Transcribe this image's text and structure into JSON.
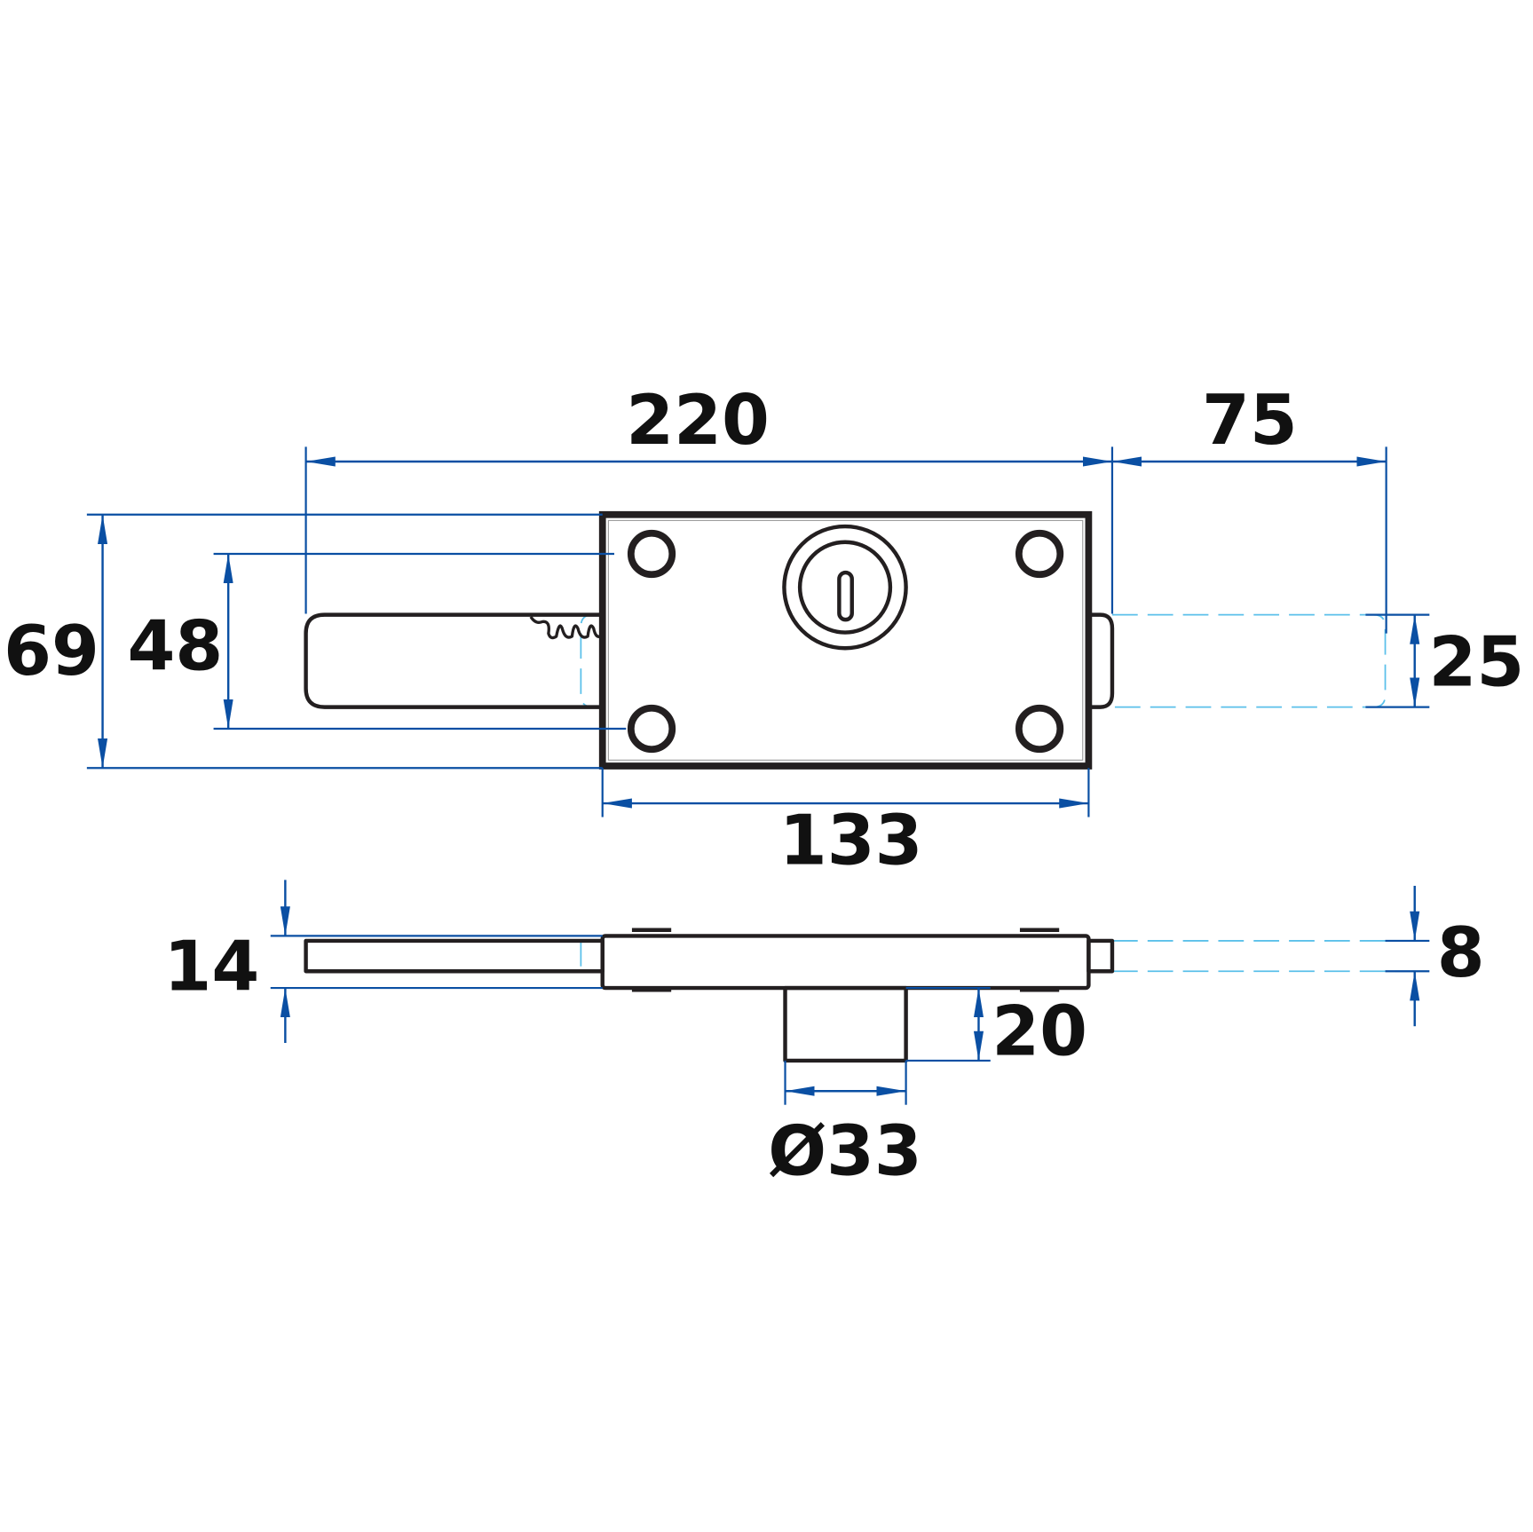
{
  "drawing": {
    "dimensions": {
      "overall_length": "220",
      "bolt_throw": "75",
      "plate_height": "69",
      "hole_spacing_vertical": "48",
      "bolt_height": "25",
      "plate_length": "133",
      "thickness": "14",
      "bolt_thickness": "8",
      "cylinder_projection": "20",
      "cylinder_diameter": "Ø33"
    },
    "colors": {
      "dimension": "#0a4fa3",
      "object": "#231f20",
      "hidden": "#5bc0ea"
    }
  }
}
